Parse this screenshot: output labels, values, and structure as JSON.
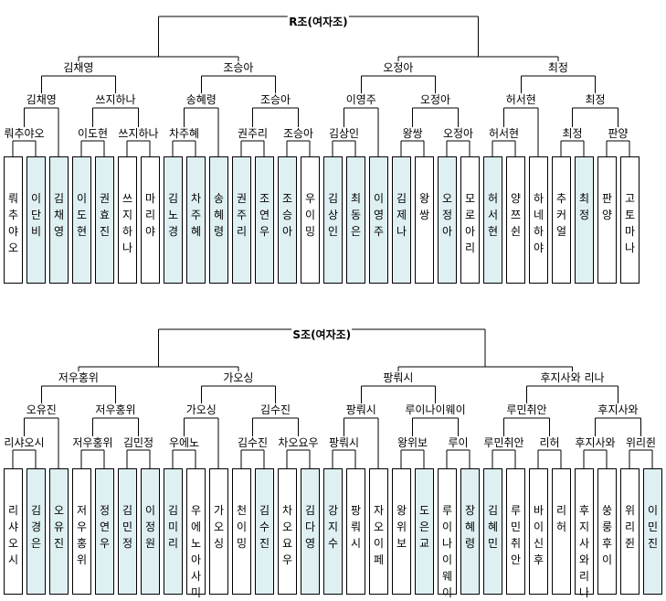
{
  "brackets": [
    {
      "title": "R조(여자조)",
      "semis": [
        "김채영",
        "조승아",
        "오정아",
        "최정"
      ],
      "quarters": [
        "김채영",
        "쓰지하나",
        "송혜령",
        "조승아",
        "이영주",
        "오정아",
        "허서현",
        "최정"
      ],
      "round16": [
        "뤄추야오",
        "이도현",
        "쓰지하나",
        "차주혜",
        "권주리",
        "조승아",
        "김상인",
        "왕쌍",
        "오정아",
        "허서현",
        "최정",
        "판양"
      ],
      "players": [
        {
          "name": "뤄추야오",
          "shade": "w"
        },
        {
          "name": "이단비",
          "shade": "b"
        },
        {
          "name": "김채영",
          "shade": "b"
        },
        {
          "name": "이도현",
          "shade": "b"
        },
        {
          "name": "권효진",
          "shade": "b"
        },
        {
          "name": "쓰지하나",
          "shade": "w"
        },
        {
          "name": "마리야",
          "shade": "w"
        },
        {
          "name": "김노경",
          "shade": "b"
        },
        {
          "name": "차주혜",
          "shade": "b"
        },
        {
          "name": "송혜령",
          "shade": "b"
        },
        {
          "name": "권주리",
          "shade": "b"
        },
        {
          "name": "조연우",
          "shade": "b"
        },
        {
          "name": "조승아",
          "shade": "b"
        },
        {
          "name": "우이밍",
          "shade": "w"
        },
        {
          "name": "김상인",
          "shade": "b"
        },
        {
          "name": "최동은",
          "shade": "b"
        },
        {
          "name": "이영주",
          "shade": "b"
        },
        {
          "name": "김제나",
          "shade": "b"
        },
        {
          "name": "왕쌍",
          "shade": "w"
        },
        {
          "name": "오정아",
          "shade": "b"
        },
        {
          "name": "모로아리",
          "shade": "w"
        },
        {
          "name": "허서현",
          "shade": "b"
        },
        {
          "name": "양쯔쉰",
          "shade": "w"
        },
        {
          "name": "하네하야",
          "shade": "w"
        },
        {
          "name": "추커얼",
          "shade": "w"
        },
        {
          "name": "최정",
          "shade": "b"
        },
        {
          "name": "판양",
          "shade": "w"
        },
        {
          "name": "고토마나",
          "shade": "w"
        }
      ]
    },
    {
      "title": "S조(여자조)",
      "semis": [
        "저우홍위",
        "가오싱",
        "팡뤄시",
        "후지사와 리나"
      ],
      "quarters": [
        "오유진",
        "저우홍위",
        "가오싱",
        "김수진",
        "팡뤄시",
        "루이나이웨이",
        "루민취안",
        "후지사와"
      ],
      "round16": [
        "리샤오시",
        "저우홍위",
        "김민정",
        "우에노",
        "김수진",
        "차오요우",
        "팡뤄시",
        "왕위보",
        "루이",
        "루민취안",
        "리허",
        "후지사와",
        "위리쥔"
      ],
      "players": [
        {
          "name": "리샤오시",
          "shade": "w"
        },
        {
          "name": "김경은",
          "shade": "b"
        },
        {
          "name": "오유진",
          "shade": "b"
        },
        {
          "name": "저우홍위",
          "shade": "w"
        },
        {
          "name": "정연우",
          "shade": "b"
        },
        {
          "name": "김민정",
          "shade": "b"
        },
        {
          "name": "이정원",
          "shade": "b"
        },
        {
          "name": "김미리",
          "shade": "b"
        },
        {
          "name": "우에노아사미",
          "shade": "w"
        },
        {
          "name": "가오싱",
          "shade": "w"
        },
        {
          "name": "천이밍",
          "shade": "w"
        },
        {
          "name": "김수진",
          "shade": "b"
        },
        {
          "name": "차오요우",
          "shade": "w"
        },
        {
          "name": "김다영",
          "shade": "b"
        },
        {
          "name": "강지수",
          "shade": "b"
        },
        {
          "name": "팡뤄시",
          "shade": "w"
        },
        {
          "name": "자오이페",
          "shade": "w"
        },
        {
          "name": "왕위보",
          "shade": "w"
        },
        {
          "name": "도은교",
          "shade": "b"
        },
        {
          "name": "루이나이웨이",
          "shade": "w"
        },
        {
          "name": "장혜령",
          "shade": "b"
        },
        {
          "name": "김혜민",
          "shade": "b"
        },
        {
          "name": "루민취안",
          "shade": "w"
        },
        {
          "name": "바이신후",
          "shade": "w"
        },
        {
          "name": "리허",
          "shade": "w"
        },
        {
          "name": "후지사와리나",
          "shade": "w"
        },
        {
          "name": "쑹룽후이",
          "shade": "w"
        },
        {
          "name": "위리쥔",
          "shade": "w"
        },
        {
          "name": "이민진",
          "shade": "b"
        }
      ]
    }
  ]
}
